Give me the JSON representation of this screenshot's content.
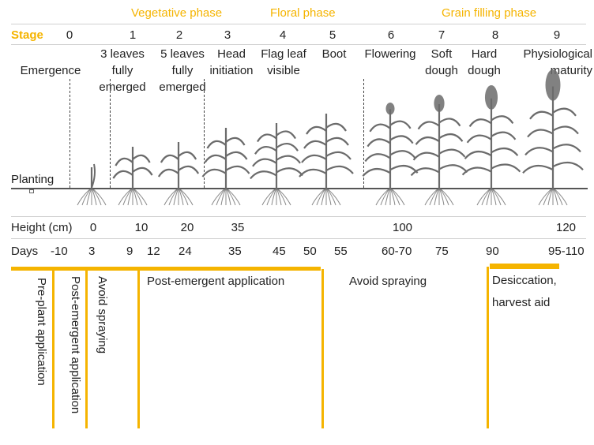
{
  "phases": {
    "vegetative": "Vegetative phase",
    "floral": "Floral phase",
    "grain": "Grain filling phase"
  },
  "stage_label": "Stage",
  "stages": [
    "0",
    "1",
    "2",
    "3",
    "4",
    "5",
    "6",
    "7",
    "8",
    "9"
  ],
  "stage_desc": {
    "s0": "Emergence",
    "s1": "3 leaves\nfully\nemerged",
    "s2": "5 leaves\nfully\nemerged",
    "s3": "Head\ninitiation",
    "s4": "Flag leaf\nvisible",
    "s5": "Boot",
    "s6": "Flowering",
    "s7": "Soft\ndough",
    "s8": "Hard\ndough",
    "s9": "Physiological\nmaturity"
  },
  "planting_label": "Planting",
  "height": {
    "label": "Height (cm)",
    "values": [
      "0",
      "10",
      "20",
      "35",
      "100",
      "120"
    ]
  },
  "days": {
    "label": "Days",
    "values": [
      "-10",
      "3",
      "9",
      "12",
      "24",
      "35",
      "45",
      "50",
      "55",
      "60-70",
      "75",
      "90",
      "95-110"
    ]
  },
  "applications": {
    "pre_plant": "Pre-plant application",
    "post_emergent_early": "Post-emergent application",
    "avoid_early": "Avoid spraying",
    "post_emergent": "Post-emergent application",
    "avoid_late": "Avoid spraying",
    "desiccation": "Desiccation,\nharvest aid"
  },
  "colors": {
    "accent": "#f5b400",
    "plant": "#6b6b6b",
    "ground": "#555555"
  }
}
